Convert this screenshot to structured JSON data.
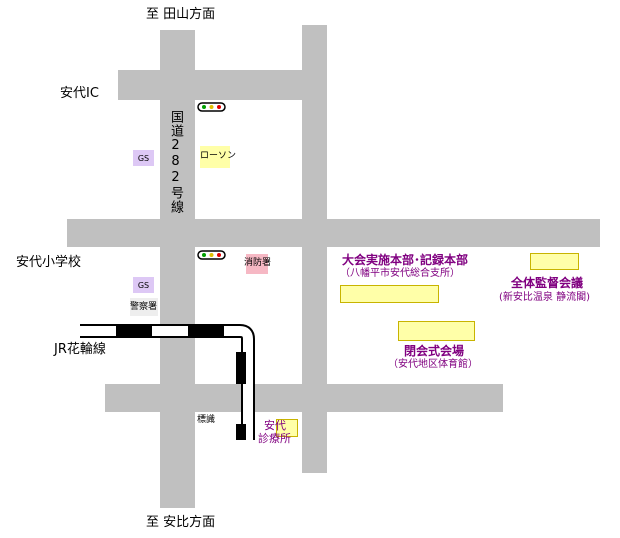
{
  "directions": {
    "north": "至 田山方面",
    "south": "至 安比方面"
  },
  "places": {
    "interchange": "安代IC",
    "school": "安代小学校",
    "railway": "JR花輪線",
    "route": "国道282号線",
    "gs_north": "GS",
    "gs_south": "GS",
    "lawson": "ローソン",
    "fire_station": "消防署",
    "police": "警察署",
    "sign": "標識",
    "clinic_line1": "安代",
    "clinic_line2": "診療所"
  },
  "venues": {
    "hq_name": "大会実施本部･記録本部",
    "hq_sub": "（八幡平市安代総合支所）",
    "supervisor_name": "全体監督会議",
    "supervisor_sub": "(新安比温泉 静流閣)",
    "ceremony_name": "閉会式会場",
    "ceremony_sub": "（安代地区体育館）"
  },
  "colors": {
    "road": "#c0c0c0",
    "gs": "#ddc8f5",
    "shop": "#ffffa8",
    "fire": "#f6b8c4",
    "venue_text": "#800080",
    "rail": "#000000"
  }
}
